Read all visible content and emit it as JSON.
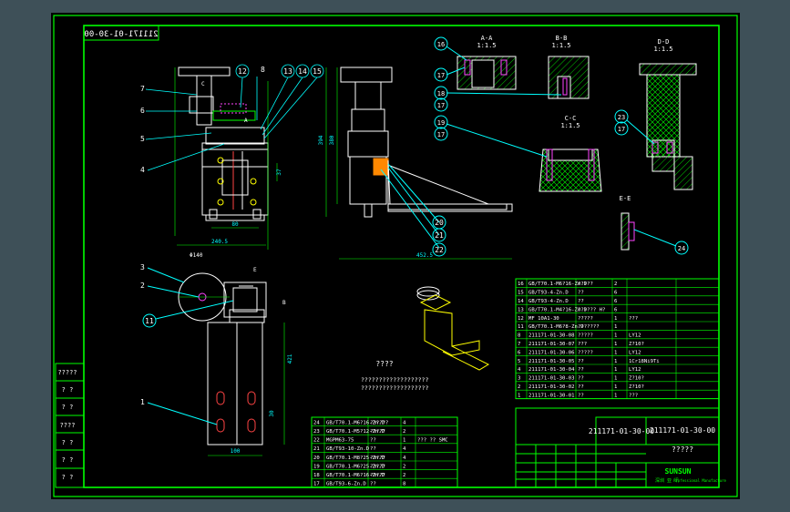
{
  "drawing": {
    "code_mirrored": "211171-01-30-00",
    "code_stamp": "211171-01-30-00",
    "title_text": "?????",
    "note_title": "????",
    "note_line1": "???????????????????",
    "note_line2": "???????????????????",
    "section_labels": {
      "aa": "A-A",
      "aa_scale": "1:1.5",
      "bb": "B-B",
      "bb_scale": "1:1.5",
      "cc": "C-C",
      "cc_scale": "1:1.5",
      "dd": "D-D",
      "dd_scale": "1:1.5",
      "ee": "E-E"
    },
    "callouts": {
      "c1": "1",
      "c2": "2",
      "c3": "3",
      "c4": "4",
      "c5": "5",
      "c6": "6",
      "c7": "7",
      "c8": "8",
      "c11": "11",
      "c12": "12",
      "c13": "13",
      "c14": "14",
      "c15": "15",
      "c16": "16",
      "c17": "17",
      "c18": "18",
      "c19": "19",
      "c20": "20",
      "c21": "21",
      "c22": "22",
      "c23": "23",
      "c24": "24"
    },
    "dimensions": {
      "w240": "240.5",
      "w80": "80",
      "h37": "37",
      "h394": "394",
      "h380": "380",
      "w452": "452.5",
      "d140": "Φ140",
      "h421": "421",
      "h30": "30",
      "w100": "100"
    },
    "view_letters": {
      "c": "C",
      "a": "A",
      "e": "E",
      "b": "B"
    },
    "side_labels": [
      "?????",
      "? ?",
      "? ?",
      "????",
      "? ?",
      "? ?",
      "? ?"
    ],
    "brand": "SUNSUN",
    "brand_sub": "深圳 亚 讯",
    "brand_tag": "Professional Manufacture"
  },
  "bom_upper": [
    {
      "no": "16",
      "code": "GB/T70.1-M6?16-Zn.D",
      "name": "?????",
      "qty": "2",
      "mat": ""
    },
    {
      "no": "15",
      "code": "GB/T93-4-Zn.D",
      "name": "??",
      "qty": "6",
      "mat": ""
    },
    {
      "no": "14",
      "code": "GB/T93-4-Zn.D",
      "name": "??",
      "qty": "6",
      "mat": ""
    },
    {
      "no": "13",
      "code": "GB/T70.1-M4?16-Zn.D",
      "name": "?????? H?",
      "qty": "6",
      "mat": ""
    },
    {
      "no": "12",
      "code": "MF 10A1-30",
      "name": "?????",
      "qty": "1",
      "mat": "???"
    },
    {
      "no": "11",
      "code": "GB/T70.1-M6?8-Zn.D",
      "name": "???????",
      "qty": "1",
      "mat": ""
    },
    {
      "no": "8",
      "code": "211171-01-30-08",
      "name": "?????",
      "qty": "1",
      "mat": "LY12"
    },
    {
      "no": "7",
      "code": "211171-01-30-07",
      "name": "???",
      "qty": "1",
      "mat": "Z?10?"
    },
    {
      "no": "6",
      "code": "211171-01-30-06",
      "name": "?????",
      "qty": "1",
      "mat": "LY12"
    },
    {
      "no": "5",
      "code": "211171-01-30-05",
      "name": "??",
      "qty": "1",
      "mat": "1Cr18Ni9Ti"
    },
    {
      "no": "4",
      "code": "211171-01-30-04",
      "name": "??",
      "qty": "1",
      "mat": "LY12"
    },
    {
      "no": "3",
      "code": "211171-01-30-03",
      "name": "??",
      "qty": "1",
      "mat": "Z?10?"
    },
    {
      "no": "2",
      "code": "211171-01-30-02",
      "name": "??",
      "qty": "1",
      "mat": "Z?10?"
    },
    {
      "no": "1",
      "code": "211171-01-30-01",
      "name": "??",
      "qty": "1",
      "mat": "???"
    }
  ],
  "bom_lower": [
    {
      "no": "24",
      "code": "GB/T70.1-M6?16-Zn.D",
      "name": "??????",
      "qty": "4",
      "extra": ""
    },
    {
      "no": "23",
      "code": "GB/T70.1-M5?12-Zn.D",
      "name": "?????",
      "qty": "2",
      "extra": ""
    },
    {
      "no": "22",
      "code": "MGPM63-75",
      "name": "??",
      "qty": "1",
      "extra": "???    ?? SMC"
    },
    {
      "no": "21",
      "code": "GB/T93-10-Zn.D",
      "name": "??",
      "qty": "4",
      "extra": ""
    },
    {
      "no": "20",
      "code": "GB/T70.1-M8?25-Zn.D",
      "name": "?????",
      "qty": "4",
      "extra": ""
    },
    {
      "no": "19",
      "code": "GB/T70.1-M6?25-Zn.D",
      "name": "?????",
      "qty": "2",
      "extra": ""
    },
    {
      "no": "18",
      "code": "GB/T70.1-M6?16-Zn.D",
      "name": "?????",
      "qty": "2",
      "extra": ""
    },
    {
      "no": "17",
      "code": "GB/T93-6-Zn.D",
      "name": "??",
      "qty": "8",
      "extra": ""
    }
  ],
  "colors": {
    "frame": "#00ff00",
    "line": "#ffffff",
    "text": "#ffffff",
    "dim": "#00ffff",
    "hatch": "#00ff00",
    "leader": "#00ffff",
    "bolt": "#ff44ff"
  }
}
